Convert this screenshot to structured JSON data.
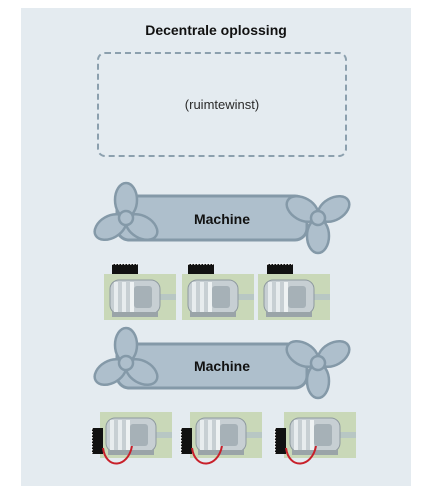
{
  "title": "Decentrale oplossing",
  "space_gain_box": {
    "label": "(ruimtewinst)"
  },
  "machines": [
    {
      "label": "Machine",
      "motors": 3,
      "drive_style": "top-mounted"
    },
    {
      "label": "Machine",
      "motors": 3,
      "drive_style": "side-mounted-with-cable"
    }
  ],
  "colors": {
    "panel": "#e4ebf0",
    "dashed_border": "#8ca0ae",
    "machine_fill": "#aebfcc",
    "machine_outline": "#8499a8",
    "motor_background": "#c9d8b8",
    "drive_unit": "#111111",
    "cable": "#c8202a"
  }
}
